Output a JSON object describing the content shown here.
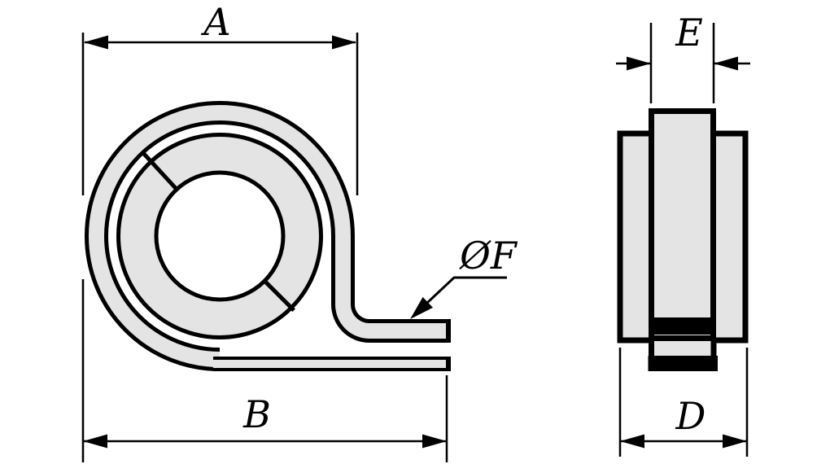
{
  "drawing": {
    "description": "Technical drawing of a cushioned P-clip cable clamp, front view and side view",
    "front_view": {
      "dim_outer_diameter_label": "A",
      "dim_overall_length_label": "B",
      "leader_hole_diameter_label": "ØF"
    },
    "side_view": {
      "dim_band_width_label": "E",
      "dim_body_width_label": "D"
    }
  },
  "colors": {
    "fill": "#e4e4e4",
    "line": "#000000",
    "background": "#ffffff"
  }
}
